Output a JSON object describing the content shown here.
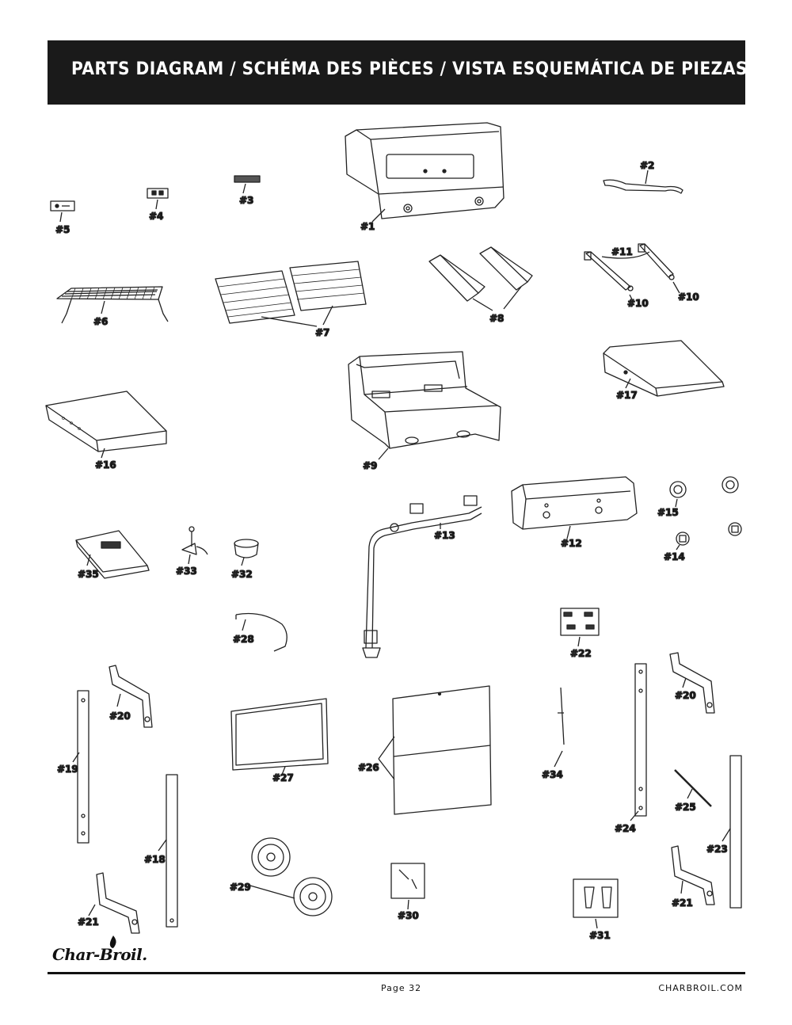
{
  "header": {
    "title": "PARTS DIAGRAM / SCHÉMA DES PIÈCES / VISTA ESQUEMÁTICA DE PIEZAS"
  },
  "labels": {
    "p1": "#1",
    "p2": "#2",
    "p3": "#3",
    "p4": "#4",
    "p5": "#5",
    "p6": "#6",
    "p7": "#7",
    "p8": "#8",
    "p9": "#9",
    "p10a": "#10",
    "p10b": "#10",
    "p11": "#11",
    "p12": "#12",
    "p13": "#13",
    "p14": "#14",
    "p15": "#15",
    "p16": "#16",
    "p17": "#17",
    "p18": "#18",
    "p19": "#19",
    "p20a": "#20",
    "p20b": "#20",
    "p21a": "#21",
    "p21b": "#21",
    "p22": "#22",
    "p23": "#23",
    "p24": "#24",
    "p25": "#25",
    "p26": "#26",
    "p27": "#27",
    "p28": "#28",
    "p29": "#29",
    "p30": "#30",
    "p31": "#31",
    "p32": "#32",
    "p33": "#33",
    "p34": "#34",
    "p35": "#35"
  },
  "footer": {
    "brand": "Char-Broil.",
    "page": "Page 32",
    "website": "CHARBROIL.COM"
  }
}
